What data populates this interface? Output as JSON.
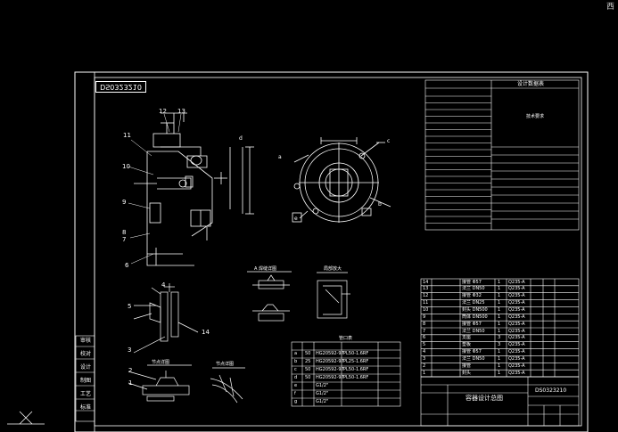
{
  "app": {
    "viewcube_label": "西"
  },
  "drawing": {
    "drawing_code": "DS0323210",
    "title_block_code": "DS0323210",
    "title_block_name": "容器设计总图",
    "part_labels": [
      "12",
      "13",
      "11",
      "10",
      "9",
      "8",
      "7",
      "6",
      "5",
      "4",
      "3",
      "14",
      "2",
      "1"
    ],
    "section_labels": {
      "detail_a": "A 焊缝详图",
      "detail_b": "局部放大",
      "nozzle_table_title": "管口表",
      "detail_c": "节点详图",
      "detail_d": "节点详图"
    },
    "nozzle_marks": [
      "a",
      "b",
      "c",
      "d",
      "e"
    ],
    "nozzle_rows": [
      [
        "a",
        "50",
        "HG20592-97",
        "PL50-1.6RF"
      ],
      [
        "b",
        "25",
        "HG20592-97",
        "PL25-1.6RF"
      ],
      [
        "c",
        "50",
        "HG20592-97",
        "PL50-1.6RF"
      ],
      [
        "d",
        "50",
        "HG20592-97",
        "PL50-1.6RF"
      ],
      [
        "e",
        "",
        "G1/2\"",
        ""
      ],
      [
        "f",
        "",
        "G1/2\"",
        ""
      ],
      [
        "g",
        "",
        "G1/2\"",
        ""
      ]
    ],
    "side_labels": [
      "审核",
      "校对",
      "设计",
      "制图",
      "工艺",
      "标准"
    ],
    "spec_title": "设计数据表",
    "spec_subtitle": "技术要求",
    "bom_title": "明细表",
    "bom_rows": [
      [
        "14",
        "接管 Φ57",
        "1",
        "Q235-A"
      ],
      [
        "13",
        "法兰 DN50",
        "1",
        "Q235-A"
      ],
      [
        "12",
        "接管 Φ32",
        "1",
        "Q235-A"
      ],
      [
        "11",
        "法兰 DN25",
        "1",
        "Q235-A"
      ],
      [
        "10",
        "封头 DN500",
        "1",
        "Q235-A"
      ],
      [
        "9",
        "筒体 DN500",
        "1",
        "Q235-A"
      ],
      [
        "8",
        "接管 Φ57",
        "1",
        "Q235-A"
      ],
      [
        "7",
        "法兰 DN50",
        "1",
        "Q235-A"
      ],
      [
        "6",
        "支座",
        "3",
        "Q235-A"
      ],
      [
        "5",
        "垫板",
        "3",
        "Q235-A"
      ],
      [
        "4",
        "接管 Φ57",
        "1",
        "Q235-A"
      ],
      [
        "3",
        "法兰 DN50",
        "1",
        "Q235-A"
      ],
      [
        "2",
        "接管",
        "1",
        "Q235-A"
      ],
      [
        "1",
        "封头",
        "1",
        "Q235-A"
      ]
    ]
  }
}
